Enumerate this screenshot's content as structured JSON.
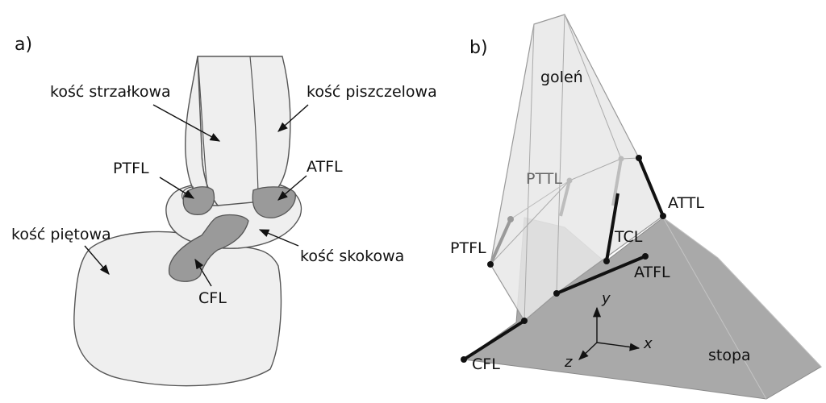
{
  "panel_a": {
    "panel_label": "a)",
    "labels": {
      "fibula": "kość strzałkowa",
      "tibia": "kość piszczelowa",
      "ptfl": "PTFL",
      "atfl": "ATFL",
      "calcaneus": "kość piętowa",
      "talus": "kość skokowa",
      "cfl": "CFL"
    }
  },
  "panel_b": {
    "panel_label": "b)",
    "labels": {
      "shank": "goleń",
      "pttl": "PTTL",
      "attl": "ATTL",
      "ptfl": "PTFL",
      "tcl": "TCL",
      "atfl": "ATFL",
      "cfl": "CFL",
      "foot": "stopa"
    },
    "axes": {
      "x": "x",
      "y": "y",
      "z": "z"
    }
  },
  "colors": {
    "bone_fill": "#efefef",
    "ligament_fill": "#9a9a9a",
    "foot_fill": "#a9a9a9",
    "shank_fill": "#e6e6e6",
    "outline": "#555555"
  }
}
